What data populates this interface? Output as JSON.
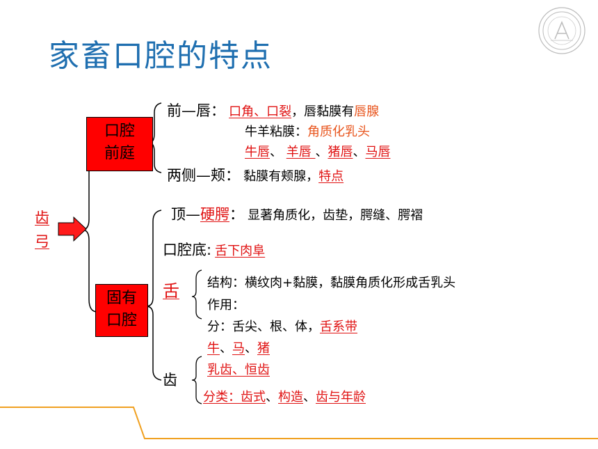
{
  "title": "家畜口腔的特点",
  "root": "齿弓",
  "vestibule": {
    "box": [
      "口腔",
      "前庭"
    ],
    "lip": {
      "head": "前—唇：",
      "line1": [
        "口角、口裂",
        "，唇黏膜有",
        "唇腺"
      ],
      "line2": [
        "牛羊粘膜：",
        "角质化乳头"
      ],
      "line3": [
        "牛唇",
        "、 ",
        "羊唇 ",
        "、",
        "猪唇",
        "、",
        "马唇"
      ]
    },
    "cheek": {
      "head": "两侧—颊：",
      "text": "黏膜有颊腺，",
      "link": "特点"
    }
  },
  "proper": {
    "box": [
      "固有",
      "口腔"
    ],
    "palate": {
      "head_a": "顶—",
      "head_b": "硬腭",
      "head_c": "：",
      "text": "显著角质化，齿垫，腭缝、腭褶"
    },
    "floor": {
      "head": "口腔底:",
      "link": "舌下肉阜"
    },
    "tongue": {
      "label": "舌",
      "structure": "结构：横纹肉+黏膜，黏膜角质化形成舌乳头",
      "function": "作用：",
      "parts_text": "分：舌尖、根、体，",
      "parts_link": "舌系带",
      "species": [
        "牛",
        "、",
        "马",
        "、",
        "猪"
      ]
    },
    "teeth": {
      "label": "齿",
      "row1": "乳齿、恒齿",
      "row2": [
        "分类：齿式",
        "、",
        "构造",
        "、",
        "齿与年龄"
      ]
    }
  },
  "colors": {
    "title": "#1f6fb0",
    "accent": "#e01010",
    "gland": "#e8541c",
    "box": "#ff0000",
    "footer": "#f0a020"
  },
  "icons": {
    "seal": "university-seal-icon",
    "arrow": "right-arrow-icon"
  }
}
